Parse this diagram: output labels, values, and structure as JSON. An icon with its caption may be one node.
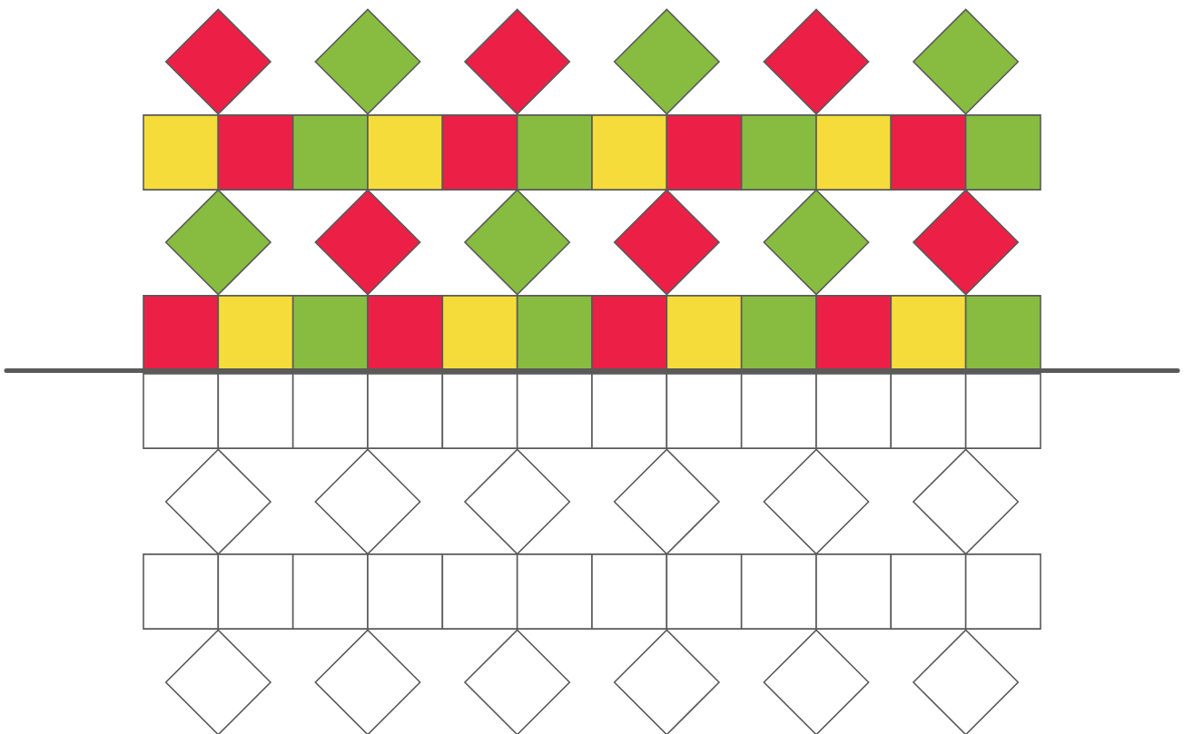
{
  "diagram": {
    "nodes": [
      {
        "text": [],
        "shape": "diamond"
      },
      {
        "text": [],
        "shape": "diamond"
      },
      {
        "text": [],
        "shape": "diamond"
      },
      {
        "text": [],
        "shape": "diamond"
      },
      {
        "text": [],
        "shape": "diamond"
      },
      {
        "text": [],
        "shape": "diamond"
      },
      {
        "text": [],
        "shape": "box"
      },
      {
        "text": [],
        "shape": "box"
      },
      {
        "text": [],
        "shape": "box"
      },
      {
        "text": [],
        "shape": "box"
      },
      {
        "text": [],
        "shape": "box"
      },
      {
        "text": [],
        "shape": "box"
      },
      {
        "text": [],
        "shape": "box"
      },
      {
        "text": [],
        "shape": "box"
      },
      {
        "text": [],
        "shape": "box"
      },
      {
        "text": [],
        "shape": "box"
      },
      {
        "text": [],
        "shape": "box"
      },
      {
        "text": [],
        "shape": "box"
      },
      {
        "text": [],
        "shape": "diamond"
      },
      {
        "text": [],
        "shape": "diamond"
      },
      {
        "text": [],
        "shape": "diamond"
      },
      {
        "text": [],
        "shape": "diamond"
      },
      {
        "text": [],
        "shape": "diamond"
      },
      {
        "text": [],
        "shape": "diamond"
      },
      {
        "text": [],
        "shape": "box"
      },
      {
        "text": [],
        "shape": "box"
      },
      {
        "text": [],
        "shape": "box"
      },
      {
        "text": [],
        "shape": "box"
      },
      {
        "text": [],
        "shape": "box"
      },
      {
        "text": [],
        "shape": "box"
      },
      {
        "text": [],
        "shape": "box"
      },
      {
        "text": [],
        "shape": "box"
      },
      {
        "text": [],
        "shape": "box"
      },
      {
        "text": [],
        "shape": "box"
      },
      {
        "text": [],
        "shape": "box"
      },
      {
        "text": [],
        "shape": "box"
      },
      {
        "text": [],
        "shape": "box"
      },
      {
        "text": [],
        "shape": "box"
      },
      {
        "text": [],
        "shape": "box"
      },
      {
        "text": [],
        "shape": "box"
      },
      {
        "text": [],
        "shape": "box"
      },
      {
        "text": [],
        "shape": "box"
      },
      {
        "text": [],
        "shape": "box"
      },
      {
        "text": [],
        "shape": "box"
      },
      {
        "text": [],
        "shape": "box"
      },
      {
        "text": [],
        "shape": "box"
      },
      {
        "text": [],
        "shape": "box"
      },
      {
        "text": [],
        "shape": "box"
      },
      {
        "text": [],
        "shape": "diamond"
      },
      {
        "text": [],
        "shape": "diamond"
      },
      {
        "text": [],
        "shape": "diamond"
      },
      {
        "text": [],
        "shape": "diamond"
      },
      {
        "text": [],
        "shape": "diamond"
      },
      {
        "text": [],
        "shape": "diamond"
      },
      {
        "text": [],
        "shape": "box"
      },
      {
        "text": [],
        "shape": "box"
      },
      {
        "text": [],
        "shape": "box"
      },
      {
        "text": [],
        "shape": "box"
      },
      {
        "text": [],
        "shape": "box"
      },
      {
        "text": [],
        "shape": "box"
      },
      {
        "text": [],
        "shape": "box"
      },
      {
        "text": [],
        "shape": "box"
      },
      {
        "text": [],
        "shape": "box"
      },
      {
        "text": [],
        "shape": "box"
      },
      {
        "text": [],
        "shape": "box"
      },
      {
        "text": [],
        "shape": "box"
      },
      {
        "text": [],
        "shape": "diamond"
      },
      {
        "text": [],
        "shape": "diamond"
      },
      {
        "text": [],
        "shape": "diamond"
      },
      {
        "text": [],
        "shape": "diamond"
      },
      {
        "text": [],
        "shape": "diamond"
      },
      {
        "text": [],
        "shape": "diamond"
      }
    ]
  }
}
